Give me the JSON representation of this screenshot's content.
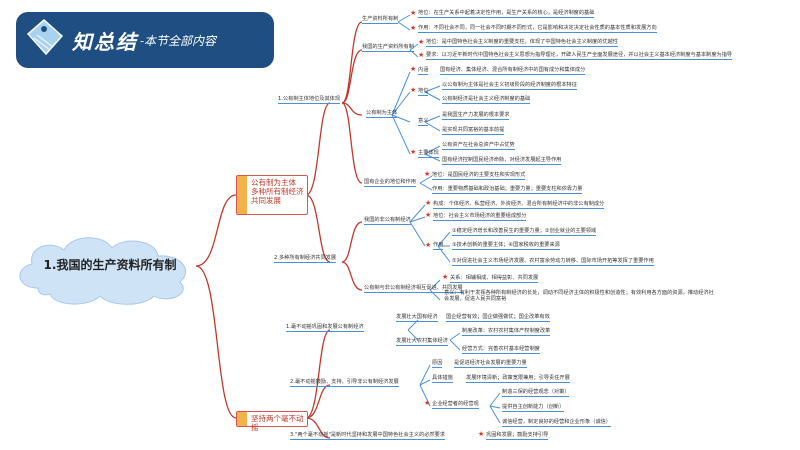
{
  "header": {
    "title": "知总结",
    "subtitle": "-本节全部内容"
  },
  "root": "1.我国的生产资料所有制",
  "branch1": {
    "label": "公有制为主体 多种所有制经济共同发展",
    "sub1": {
      "label": "1.公有制主体地位及其体现",
      "prod_relation": {
        "label": "生产资料所有制",
        "status": "地位：在生产关系中起着决定性作用，是生产关系的核心，是经济制度的基础",
        "role": "作用：不同社会不同，同一社会不同时期不同形式，它是影响和决定决定社会性质的基本性质和发展方向"
      },
      "china_system": {
        "label": "我国的生产资料所有制",
        "status": "地位：是中国特色社会主义制度的重要支柱，体现了中国特色社会主义制度的优越性",
        "require": "要求：以习近平新时代中国特色社会主义思想为指导理论，开辟人民生产全面发展途径，并以社会主义基本经济制度与基本制度为指导"
      },
      "public_main": {
        "label": "公有制为主体",
        "connotation": "内涵",
        "connotation_text": "国有经济、集体经济、混合所有制经济中的国有成分和集体成分",
        "position": "地位",
        "position_items": [
          "以公有制为主体是社会主义初级阶段的经济制度的根本特征",
          "公有制经济是社会主义经济制度的基础"
        ],
        "meaning": "意义",
        "meaning_items": [
          "是我国生产力发展的根本要求",
          "是实现共同富裕的基本前提"
        ],
        "embody": "主要体现",
        "embody_items": [
          "公有资产在社会总资产中占优势",
          "国有经济控制国民经济命脉，对经济发展起主导作用"
        ]
      },
      "state_economy": {
        "label": "国有企业的地位和作用",
        "status": "地位：是国民经济的主要支柱和实现形式",
        "role": "作用：重要物质基础和政治基础；重要力量；重要支柱和依靠力量"
      }
    },
    "sub2": {
      "label": "2.多种所有制经济共同发展",
      "non_public": {
        "label": "我国的非公有制经济",
        "composition": "构成：个体经济、私营经济、外资经济、混合所有制经济中的非公有制成分",
        "status": "地位：社会主义市场经济的重要组成部分",
        "role_label": "作用",
        "role_items": [
          "①稳定经济增长和改善民生的重要力量；②创业就业的主要领域",
          "③技术创新的重要主体；④国家税收的重要来源",
          "⑤对促进社会主义市场经济发展、农村富余劳动力转移、国际市场开拓等发挥了重要作用"
        ]
      },
      "common": {
        "label": "公有制与非公有制经济相互促进、共同发展",
        "relation": "关系：相辅相成、相得益彰、共同发展",
        "meaning": "意义：有利于发挥各种所有制经济的长处，调动不同经济主体的积极性和创造性；有效利用各方面的资源，推动经济社会发展，促进人民共同富裕"
      }
    }
  },
  "branch2": {
    "label": "坚持两个毫不动摇",
    "sub1": {
      "label": "1.毫不动摇巩固和发展公有制经济",
      "items": [
        {
          "label": "发展壮大国有经济",
          "text": "国企经营有效；国企做强做优；国企改革有效"
        },
        {
          "label": "发展壮大农村集体经济",
          "sub": [
            "制度改革：农村农村集体产权制度改革",
            "经营方式：完善农村基本经营制度"
          ]
        }
      ]
    },
    "sub2": {
      "label": "2.毫不动摇鼓励、支持、引导非公有制经济发展",
      "items": [
        {
          "label": "原因",
          "text": "是促进经济社会发展的重要力量"
        },
        {
          "label": "具体措施",
          "text": "发展环境清新；政策宽限兼用；引导责任开展"
        },
        {
          "label": "企业经营者的经营观",
          "sub": [
            "制造三保的经营观念（对策）",
            "提供自主创新能力（创新）",
            "诚信经营，制定良好的经营和企业形象（诚信）"
          ]
        }
      ]
    },
    "sub3": {
      "label": "3.\"两个毫不动摇\"是新时代坚持和发展中国特色社会主义的必然要求",
      "text": "巩固和发展；鼓励支持引导"
    }
  },
  "colors": {
    "logo_bg": "#1f4f82",
    "cloud": "#cfe3f7",
    "line": "#c0392b",
    "accent_blue": "#4a90d9",
    "tag": "#f0b24b"
  }
}
